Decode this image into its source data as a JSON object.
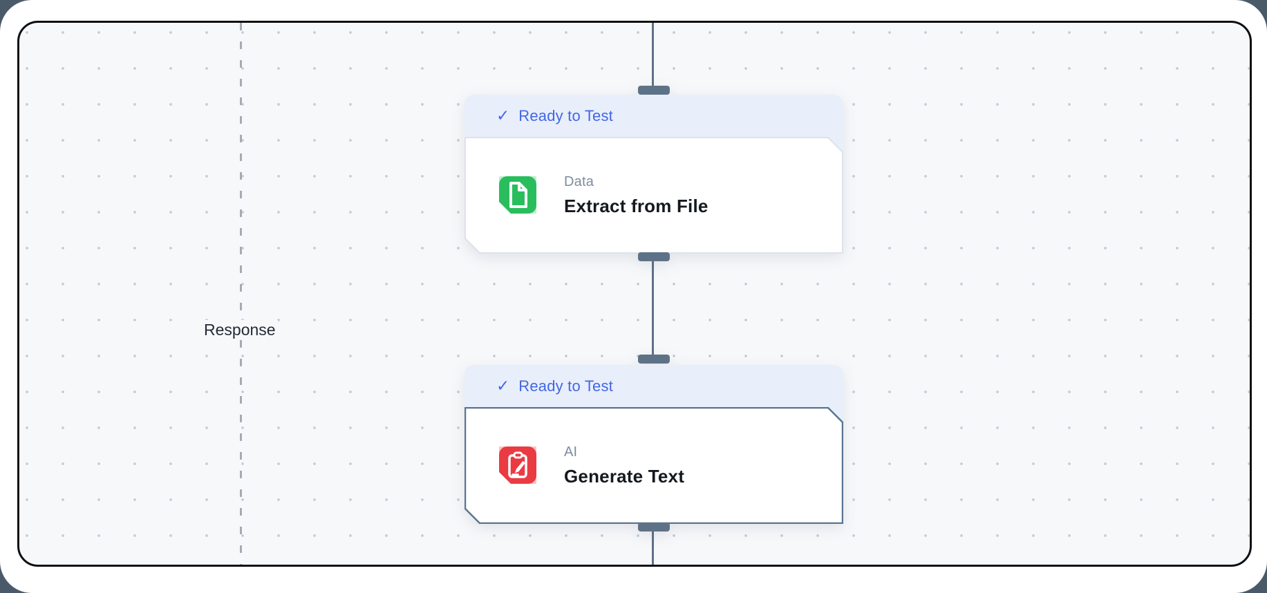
{
  "canvas": {
    "response_label": "Response"
  },
  "nodes": [
    {
      "status": "Ready to Test",
      "status_icon": "check-icon",
      "category": "Data",
      "title": "Extract from File",
      "icon": "file-icon",
      "accent": "#2abd5e"
    },
    {
      "status": "Ready to Test",
      "status_icon": "check-icon",
      "category": "AI",
      "title": "Generate Text",
      "icon": "clipboard-pencil-icon",
      "accent": "#ea3b42"
    }
  ],
  "glyphs": {
    "check": "✓"
  },
  "colors": {
    "page_background": "#4a5a68",
    "canvas_background": "#f7f8fa",
    "canvas_border": "#0c0f13",
    "badge_background": "#e9eefb",
    "badge_text": "#4167e4",
    "edge": "#5e7287",
    "selected_node_border": "#5b7590",
    "node_border": "#dde2ea",
    "category_text": "#7d8ba0",
    "title_text": "#15191f"
  }
}
